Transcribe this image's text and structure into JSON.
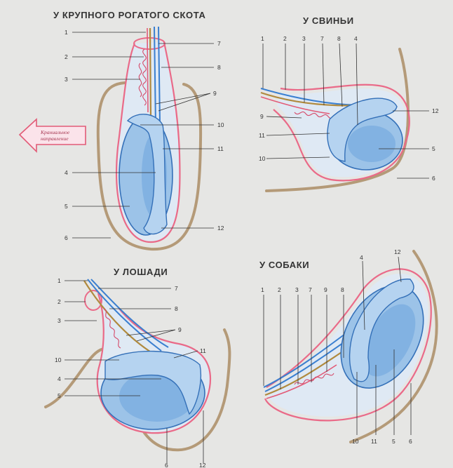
{
  "panels": {
    "cattle": {
      "title": "У КРУПНОГО РОГАТОГО СКОТА"
    },
    "pig": {
      "title": "У СВИНЬИ"
    },
    "horse": {
      "title": "У ЛОШАДИ"
    },
    "dog": {
      "title": "У СОБАКИ"
    }
  },
  "arrow": {
    "line1": "Краниальное",
    "line2": "направление"
  },
  "labels": {
    "cattle": [
      "1",
      "2",
      "3",
      "4",
      "5",
      "6",
      "7",
      "8",
      "9",
      "10",
      "11",
      "12"
    ],
    "pig": [
      "1",
      "2",
      "3",
      "7",
      "8",
      "4",
      "9",
      "11",
      "10",
      "12",
      "5",
      "6"
    ],
    "horse": [
      "1",
      "2",
      "3",
      "10",
      "4",
      "5",
      "7",
      "8",
      "9",
      "11",
      "6",
      "12"
    ],
    "dog": [
      "1",
      "2",
      "3",
      "7",
      "9",
      "8",
      "4",
      "12",
      "10",
      "11",
      "5",
      "6"
    ]
  },
  "colors": {
    "serosa": "#ea6a88",
    "testis": "#9cc3e8",
    "skin": "#b49a78",
    "vessel": "#3a7fd0"
  }
}
